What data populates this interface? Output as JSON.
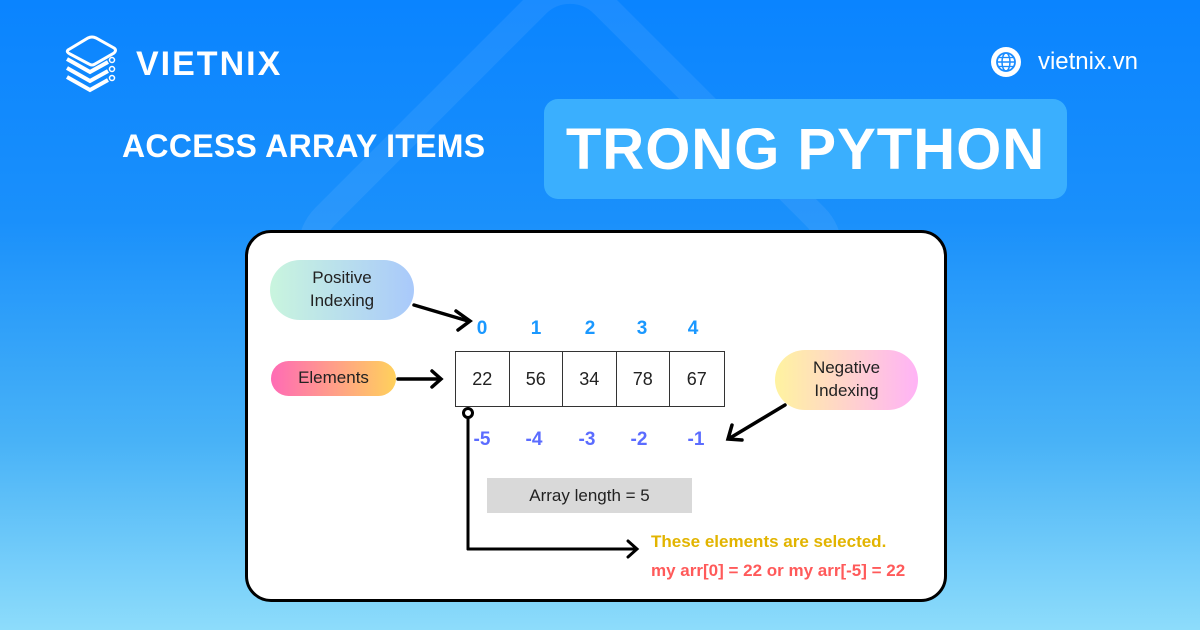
{
  "brand": {
    "name": "VIETNIX",
    "logo_icon": "stacked-server-icon",
    "website": "vietnix.vn",
    "website_icon": "globe-icon"
  },
  "title": {
    "left": "ACCESS ARRAY ITEMS",
    "right": "TRONG PYTHON"
  },
  "diagram": {
    "positive_label": "Positive Indexing",
    "positive_label_lines": [
      "Positive",
      "Indexing"
    ],
    "elements_label": "Elements",
    "negative_label": "Negative Indexing",
    "negative_label_lines": [
      "Negative",
      "Indexing"
    ],
    "positive_indices": [
      "0",
      "1",
      "2",
      "3",
      "4"
    ],
    "elements": [
      "22",
      "56",
      "34",
      "78",
      "67"
    ],
    "negative_indices": [
      "-5",
      "-4",
      "-3",
      "-2",
      "-1"
    ],
    "length_label": "Array length = 5",
    "selected_note": "These elements are selected.",
    "example": "my arr[0] = 22 or my arr[-5] = 22"
  },
  "colors": {
    "background_top": "#0a84ff",
    "background_bottom": "#8ddcfb",
    "title_box": "#3aaffe",
    "positive_index": "#1a98ff",
    "negative_index": "#5b6cff",
    "note_yellow": "#e2b400",
    "note_red": "#ff5a5a"
  }
}
